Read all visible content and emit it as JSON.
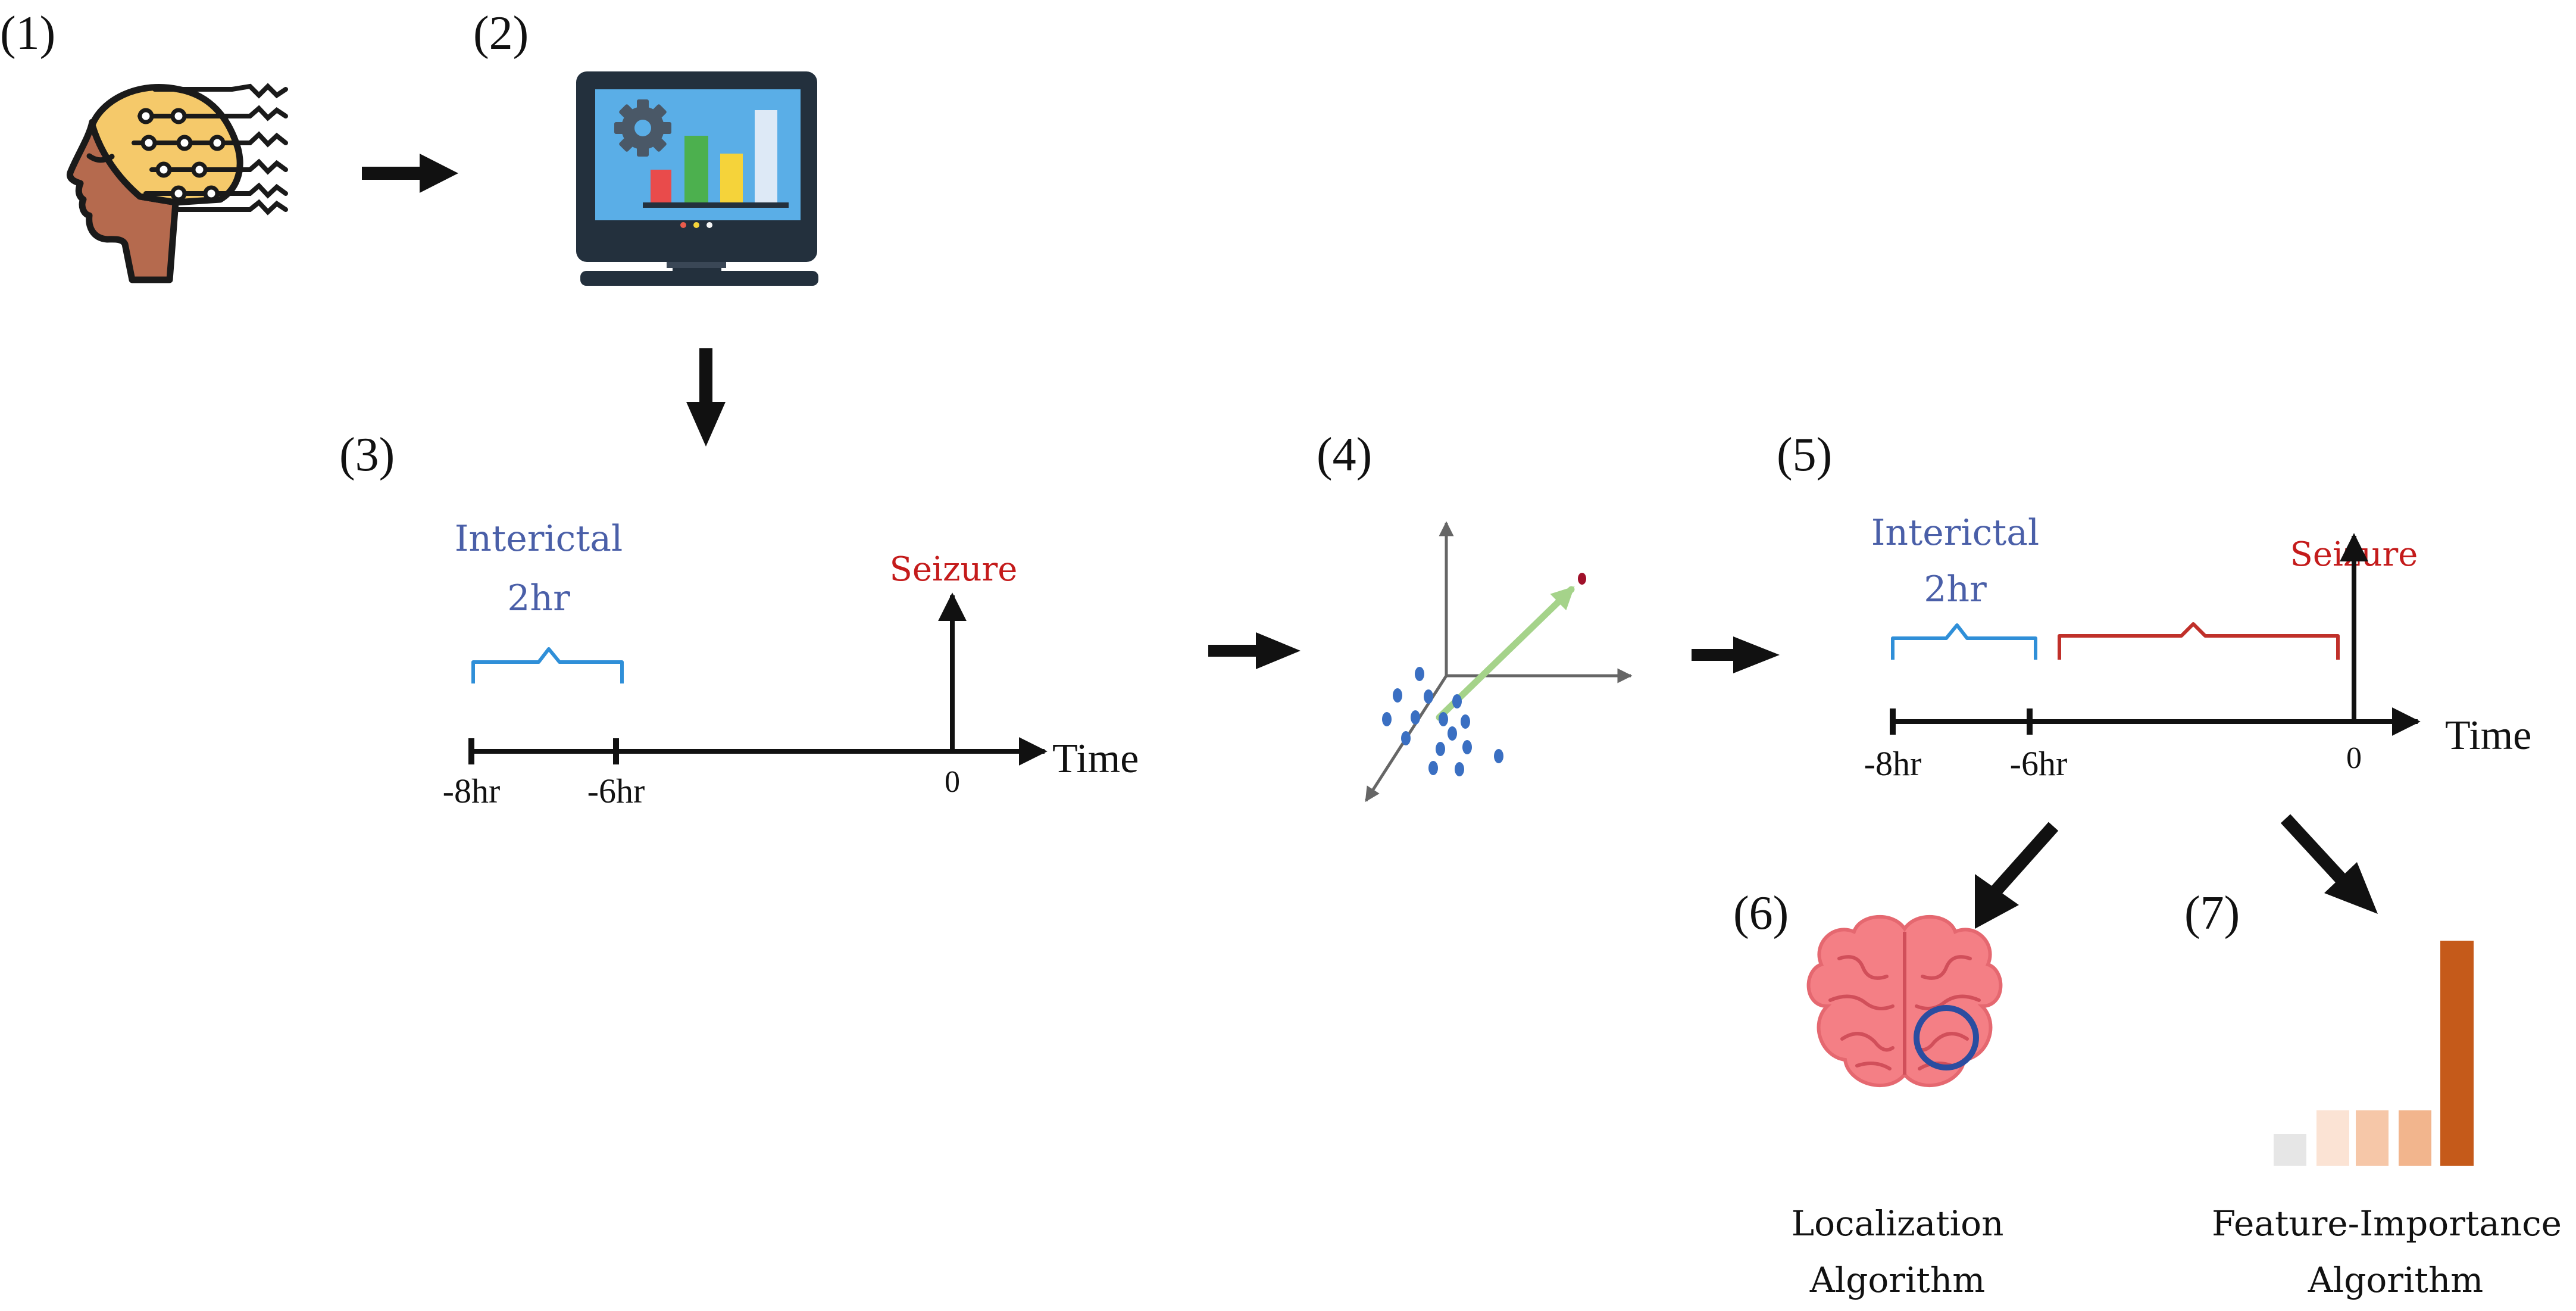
{
  "labels": {
    "step1": "(1)",
    "step2": "(2)",
    "step3": "(3)",
    "step4": "(4)",
    "step5": "(5)",
    "step6": "(6)",
    "step7": "(7)"
  },
  "panel3": {
    "interictal": "Interictal",
    "duration": "2hr",
    "seizure": "Seizure",
    "time": "Time",
    "ticks": [
      "-8hr",
      "-6hr",
      "0"
    ]
  },
  "panel5": {
    "interictal": "Interictal",
    "duration": "2hr",
    "seizure": "Seizure",
    "time": "Time",
    "ticks": [
      "-8hr",
      "-6hr",
      "0"
    ]
  },
  "captions": {
    "localization_line1": "Localization",
    "localization_line2": "Algorithm",
    "feature_line1": "Feature-Importance",
    "feature_line2": "Algorithm"
  },
  "icons": {
    "step1": "eeg-head-icon",
    "step2": "computer-monitor-icon",
    "step6": "brain-icon",
    "step7": "bar-chart-icon"
  },
  "colors": {
    "interictal": "#4a5fa8",
    "bracket_blue": "#2f8fd8",
    "seizure": "#c41b1b",
    "bracket_red": "#c0302a",
    "feature_bar": "#c55a1a"
  }
}
